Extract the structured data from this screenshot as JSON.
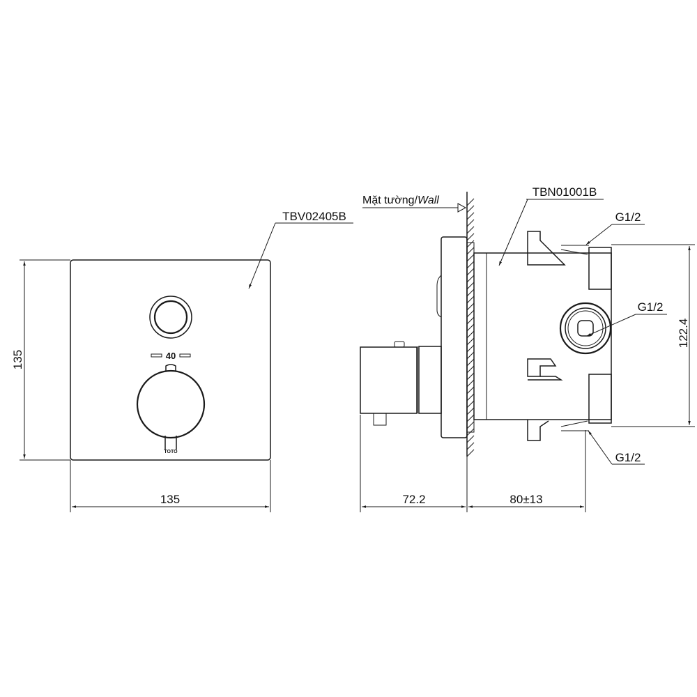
{
  "front_view": {
    "part_label": "TBV02405B",
    "width_dim": "135",
    "height_dim": "135",
    "temperature_mark": "40",
    "brand_mark": "TOTO"
  },
  "side_view": {
    "wall_label": "Mặt tường/",
    "wall_label_italic": "Wall",
    "body_label": "TBN01001B",
    "port_top_label": "G1/2",
    "port_middle_label": "G1/2",
    "port_bottom_label": "G1/2",
    "height_dim": "122.4",
    "front_depth_dim": "72.2",
    "rear_depth_dim": "80±13"
  },
  "colors": {
    "line": "#1a1a1a",
    "background": "#ffffff"
  }
}
